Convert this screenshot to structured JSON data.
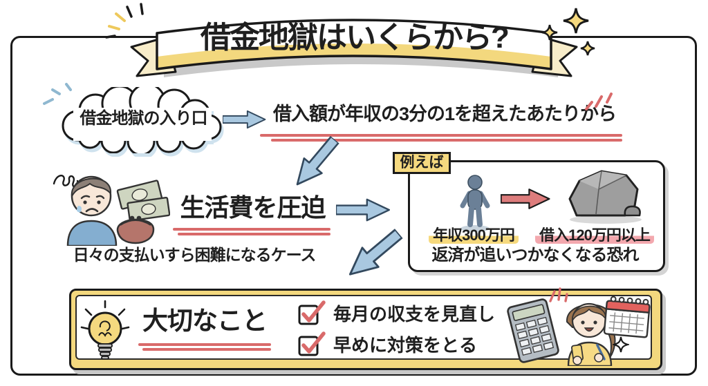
{
  "title": "借金地獄はいくらから?",
  "entry": {
    "label": "借金地獄の入り口",
    "threshold": "借入額が年収の3分の1を超えたあたりから"
  },
  "pressure": {
    "heading": "生活費を圧迫",
    "caption": "日々の支払いすら困難になるケース"
  },
  "example": {
    "label": "例えば",
    "income": "年収300万円",
    "debt": "借入120万円以上",
    "risk": "返済が追いつかなくなる恐れ"
  },
  "important": {
    "heading": "大切なこと",
    "items": [
      "毎月の収支を見直し",
      "早めに対策をとる"
    ]
  },
  "icons": {
    "banner": "ribbon-banner",
    "cloud": "thought-cloud",
    "arrows_blue": "blue-flow-arrows",
    "arrow_red": "red-arrow",
    "worried_person": "worried-man-with-money-and-purse",
    "silhouette": "person-silhouette",
    "rock": "heavy-rock",
    "lightbulb": "lightbulb",
    "checkbox": "red-checked-checkbox",
    "calculator": "calculator",
    "woman": "woman-taking-notes",
    "calendar": "calendar",
    "sparkles": "sparkle-stars"
  },
  "colors": {
    "accent_yellow": "#f3d87e",
    "arrow_blue": "#a9c8e0",
    "arrow_red": "#dd7c7c",
    "underline_red": "#d96a6a",
    "highlight_yellow": "#f6d97d",
    "highlight_pink": "#f3a8ae",
    "ink": "#1f1f1f",
    "shadow_gray": "#c9c9c9"
  }
}
